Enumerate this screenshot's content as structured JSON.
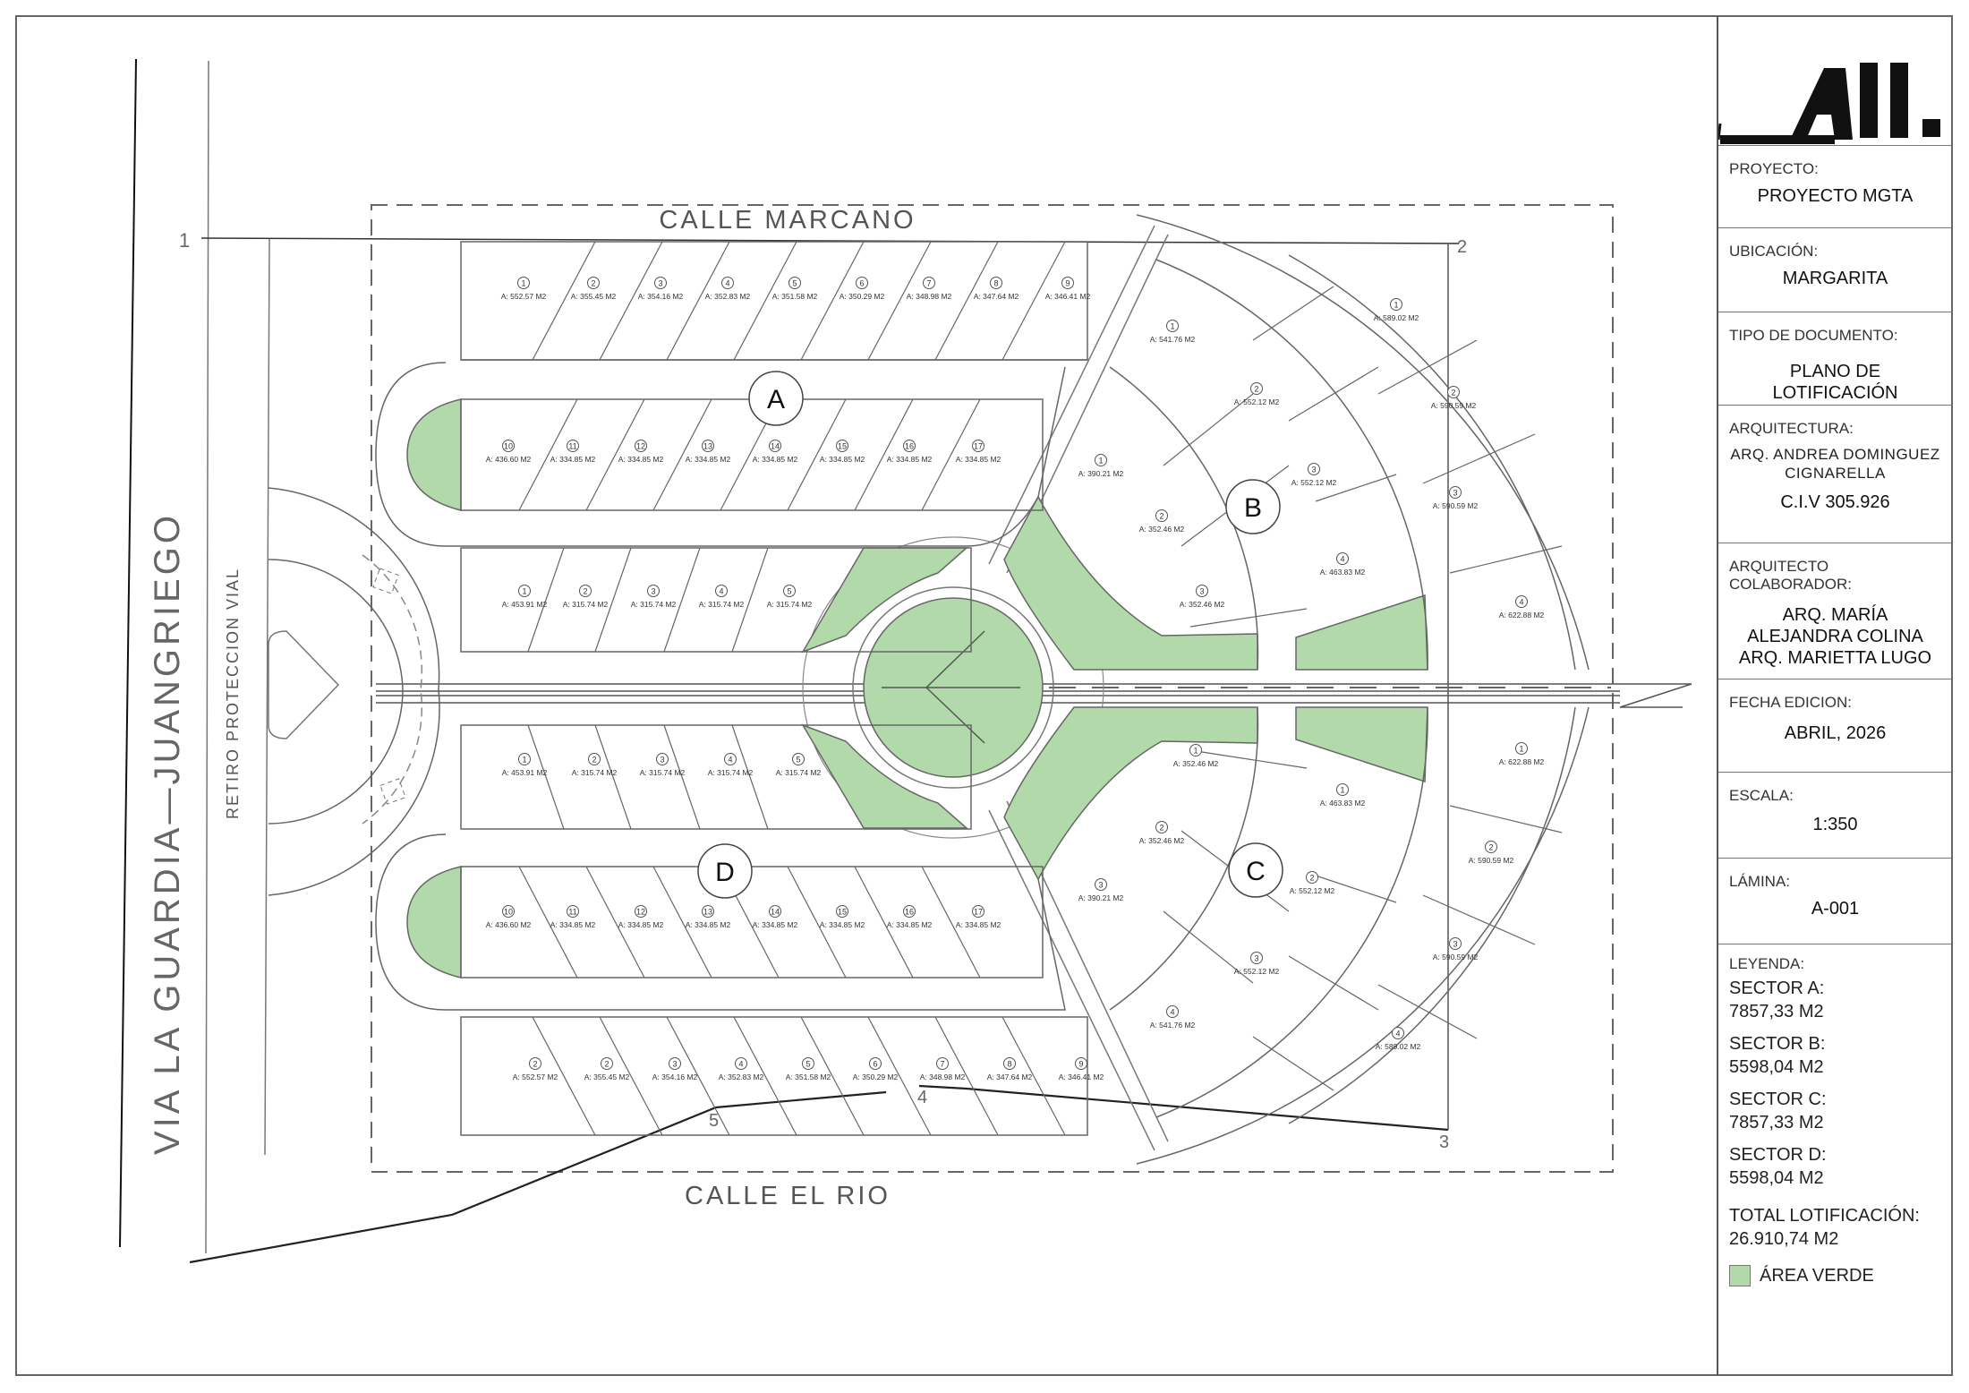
{
  "colors": {
    "green": "#b2d9a9",
    "line": "#555555",
    "ink": "#222222"
  },
  "plan": {
    "street_top": "CALLE MARCANO",
    "street_bottom": "CALLE EL RIO",
    "road_left": "VIA LA GUARDIA—JUANGRIEGO",
    "setback": "RETIRO PROTECCION VIAL",
    "vertices": [
      "1",
      "2",
      "3",
      "4",
      "5"
    ],
    "sectors": {
      "A": "A",
      "B": "B",
      "C": "C",
      "D": "D"
    }
  },
  "lots": {
    "a_top": [
      [
        "1",
        "A: 552.57 M2"
      ],
      [
        "2",
        "A: 355.45 M2"
      ],
      [
        "3",
        "A: 354.16 M2"
      ],
      [
        "4",
        "A: 352.83 M2"
      ],
      [
        "5",
        "A: 351.58 M2"
      ],
      [
        "6",
        "A: 350.29 M2"
      ],
      [
        "7",
        "A: 348.98 M2"
      ],
      [
        "8",
        "A: 347.64 M2"
      ],
      [
        "9",
        "A: 346.41 M2"
      ]
    ],
    "a_mid": [
      [
        "10",
        "A: 436.60 M2"
      ],
      [
        "11",
        "A: 334.85 M2"
      ],
      [
        "12",
        "A: 334.85 M2"
      ],
      [
        "13",
        "A: 334.85 M2"
      ],
      [
        "14",
        "A: 334.85 M2"
      ],
      [
        "15",
        "A: 334.85 M2"
      ],
      [
        "16",
        "A: 334.85 M2"
      ],
      [
        "17",
        "A: 334.85 M2"
      ]
    ],
    "a_low": [
      [
        "1",
        "A: 453.91 M2"
      ],
      [
        "2",
        "A: 315.74 M2"
      ],
      [
        "3",
        "A: 315.74 M2"
      ],
      [
        "4",
        "A: 315.74 M2"
      ],
      [
        "5",
        "A: 315.74 M2"
      ]
    ],
    "d_top": [
      [
        "1",
        "A: 453.91 M2"
      ],
      [
        "2",
        "A: 315.74 M2"
      ],
      [
        "3",
        "A: 315.74 M2"
      ],
      [
        "4",
        "A: 315.74 M2"
      ],
      [
        "5",
        "A: 315.74 M2"
      ]
    ],
    "d_mid": [
      [
        "10",
        "A: 436.60 M2"
      ],
      [
        "11",
        "A: 334.85 M2"
      ],
      [
        "12",
        "A: 334.85 M2"
      ],
      [
        "13",
        "A: 334.85 M2"
      ],
      [
        "14",
        "A: 334.85 M2"
      ],
      [
        "15",
        "A: 334.85 M2"
      ],
      [
        "16",
        "A: 334.85 M2"
      ],
      [
        "17",
        "A: 334.85 M2"
      ]
    ],
    "d_bot": [
      [
        "2",
        "A: 552.57 M2"
      ],
      [
        "2",
        "A: 355.45 M2"
      ],
      [
        "3",
        "A: 354.16 M2"
      ],
      [
        "4",
        "A: 352.83 M2"
      ],
      [
        "5",
        "A: 351.58 M2"
      ],
      [
        "6",
        "A: 350.29 M2"
      ],
      [
        "7",
        "A: 348.98 M2"
      ],
      [
        "8",
        "A: 347.64 M2"
      ],
      [
        "9",
        "A: 346.41 M2"
      ]
    ],
    "b_inner": [
      [
        "1",
        "A: 390.21 M2"
      ],
      [
        "2",
        "A: 352.46 M2"
      ],
      [
        "3",
        "A: 352.46 M2"
      ]
    ],
    "b_mid": [
      [
        "1",
        "A: 541.76 M2"
      ],
      [
        "2",
        "A: 552.12 M2"
      ],
      [
        "3",
        "A: 552.12 M2"
      ],
      [
        "4",
        "A: 463.83 M2"
      ]
    ],
    "b_outer": [
      [
        "1",
        "A: 589.02 M2"
      ],
      [
        "2",
        "A: 590.59 M2"
      ],
      [
        "3",
        "A: 590.59 M2"
      ],
      [
        "4",
        "A: 622.88 M2"
      ]
    ],
    "c_inner": [
      [
        "1",
        "A: 352.46 M2"
      ],
      [
        "2",
        "A: 352.46 M2"
      ],
      [
        "3",
        "A: 390.21 M2"
      ]
    ],
    "c_mid": [
      [
        "1",
        "A: 463.83 M2"
      ],
      [
        "2",
        "A: 552.12 M2"
      ],
      [
        "3",
        "A: 552.12 M2"
      ],
      [
        "4",
        "A: 541.76 M2"
      ]
    ],
    "c_outer": [
      [
        "1",
        "A: 622.88 M2"
      ],
      [
        "2",
        "A: 590.59 M2"
      ],
      [
        "3",
        "A: 590.59 M2"
      ],
      [
        "4",
        "A: 589.02 M2"
      ]
    ]
  },
  "titleblock": {
    "logo": "A11.",
    "proyecto_label": "PROYECTO:",
    "proyecto": "PROYECTO MGTA",
    "ubicacion_label": "UBICACIÓN:",
    "ubicacion": "MARGARITA",
    "tipo_label": "TIPO DE DOCUMENTO:",
    "tipo": "PLANO DE LOTIFICACIÓN",
    "arq_label": "ARQUITECTURA:",
    "arq_name": "ARQ. ANDREA DOMINGUEZ CIGNARELLA",
    "arq_civ": "C.I.V 305.926",
    "colab_label": "ARQUITECTO COLABORADOR:",
    "colab_1": "ARQ. MARÍA ALEJANDRA COLINA",
    "colab_2": "ARQ. MARIETTA LUGO",
    "fecha_label": "FECHA EDICION:",
    "fecha": "ABRIL, 2026",
    "escala_label": "ESCALA:",
    "escala": "1:350",
    "lamina_label": "LÁMINA:",
    "lamina": "A-001",
    "leyenda_label": "LEYENDA:",
    "sector_a_label": "SECTOR A:",
    "sector_a": "7857,33 M2",
    "sector_b_label": "SECTOR B:",
    "sector_b": "5598,04 M2",
    "sector_c_label": "SECTOR C:",
    "sector_c": "7857,33 M2",
    "sector_d_label": "SECTOR D:",
    "sector_d": "5598,04 M2",
    "total_label": "TOTAL LOTIFICACIÓN:",
    "total": "26.910,74 M2",
    "green_label": "ÁREA VERDE"
  }
}
